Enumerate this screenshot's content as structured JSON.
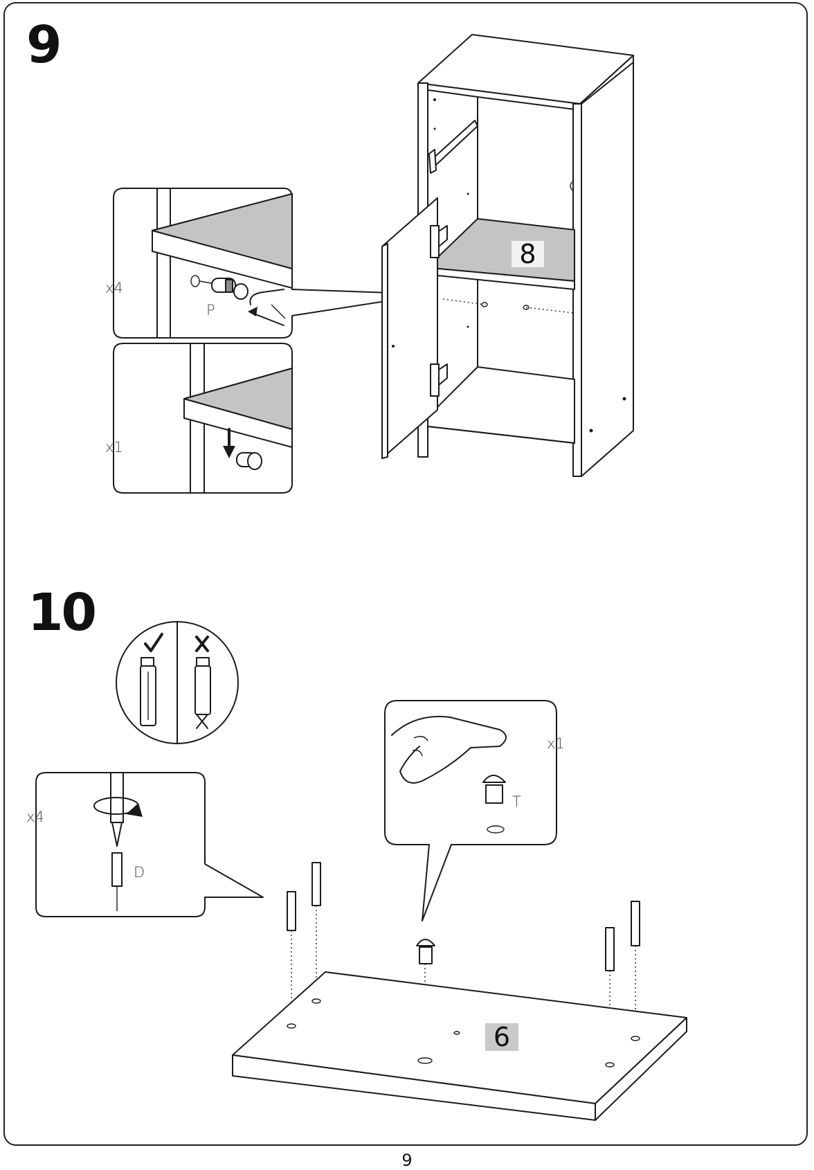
{
  "step9": {
    "number": "9",
    "shelf_pin_label": "P",
    "shelf_pin_qty": "x4",
    "shelf_drop_qty": "x1",
    "shelf_panel_number": "8"
  },
  "step10": {
    "number": "10",
    "dowel_label": "D",
    "dowel_qty": "x4",
    "cam_label": "T",
    "cam_qty": "x1",
    "panel_number": "6",
    "check_icon": "check-mark-icon",
    "cross_icon": "cross-mark-icon"
  },
  "page": {
    "number": "9"
  }
}
